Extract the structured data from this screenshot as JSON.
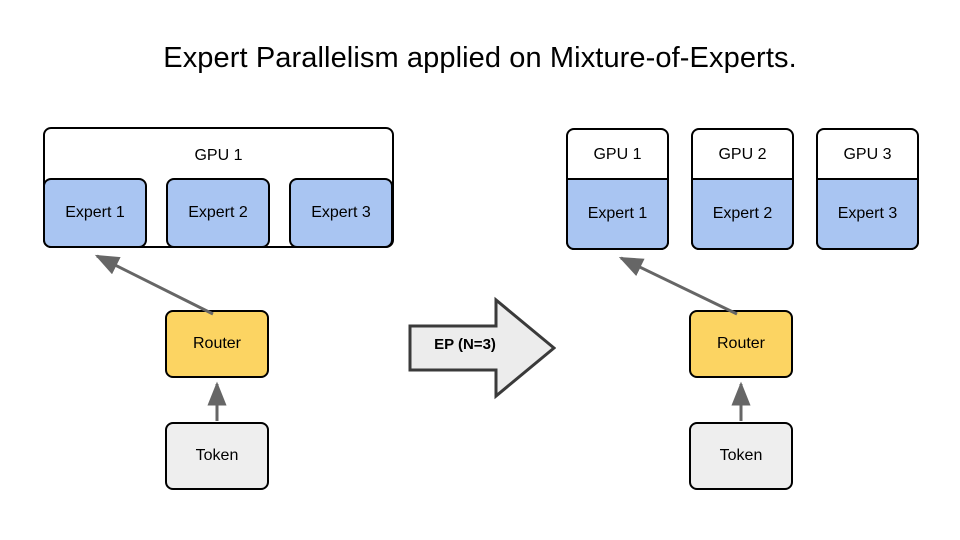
{
  "slide": {
    "title": "Expert Parallelism applied on Mixture-of-Experts.",
    "background_color": "#ffffff"
  },
  "colors": {
    "expert_fill": "#a9c5f2",
    "router_fill": "#fcd462",
    "token_fill": "#eeeeee",
    "gpu_shell_fill": "#ffffff",
    "ep_arrow_fill": "#ececec",
    "stroke": "#000000",
    "connector_stroke": "#666666"
  },
  "left_panel": {
    "gpu": {
      "label": "GPU 1"
    },
    "experts": [
      {
        "label": "Expert 1"
      },
      {
        "label": "Expert 2"
      },
      {
        "label": "Expert 3"
      }
    ],
    "router": {
      "label": "Router"
    },
    "token": {
      "label": "Token"
    }
  },
  "transform_arrow": {
    "label": "EP (N=3)"
  },
  "right_panel": {
    "gpus": [
      {
        "label": "GPU 1",
        "expert": "Expert 1"
      },
      {
        "label": "GPU 2",
        "expert": "Expert 2"
      },
      {
        "label": "GPU 3",
        "expert": "Expert 3"
      }
    ],
    "router": {
      "label": "Router"
    },
    "token": {
      "label": "Token"
    }
  }
}
